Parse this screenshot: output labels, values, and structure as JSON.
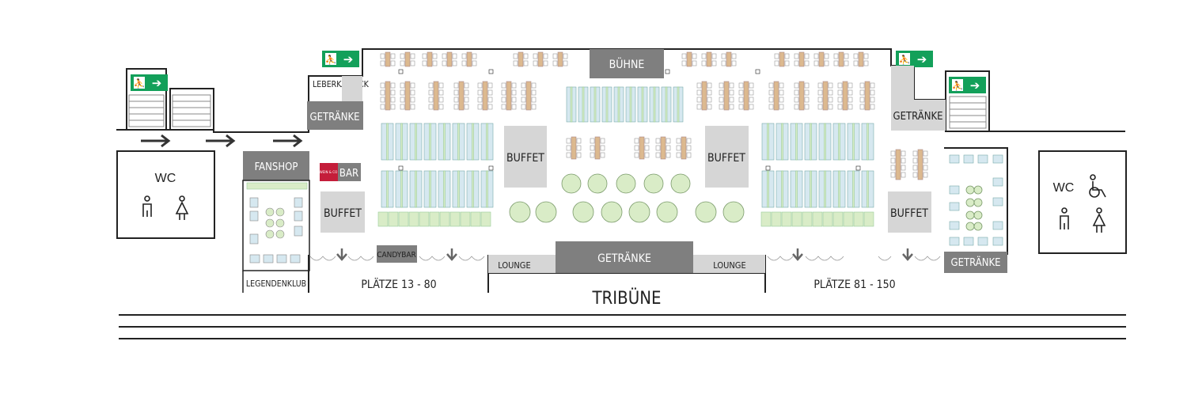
{
  "labels": {
    "buehne": "BÜHNE",
    "leberkaes": "LEBERKÄS-ECK",
    "getraenke": "GETRÄNKE",
    "fanshop": "FANSHOP",
    "wein_logo": "WEIN & CO",
    "bar": "BAR",
    "buffet": "BUFFET",
    "candybar": "CANDYBAR",
    "legendenklub": "LEGENDENKLUB",
    "plaetze_left": "PLÄTZE 13 - 80",
    "plaetze_right": "PLÄTZE 81 - 150",
    "lounge": "LOUNGE",
    "tribuene": "TRIBÜNE",
    "wc": "WC"
  },
  "icons": [
    "exit-sign-icon",
    "arrow-right-icon",
    "arrow-down-icon",
    "male-icon",
    "female-icon",
    "wheelchair-icon"
  ],
  "colors": {
    "dark_gray": "#7f7f7f",
    "mid_gray": "#bfbfbf",
    "light_gray": "#d6d6d6",
    "table_tan": "#dcb98f",
    "table_blue": "#d6e8f0",
    "table_green": "#d9ecc7",
    "exit_green": "#13a05a",
    "wein_red": "#c41d3a",
    "line": "#222222"
  }
}
